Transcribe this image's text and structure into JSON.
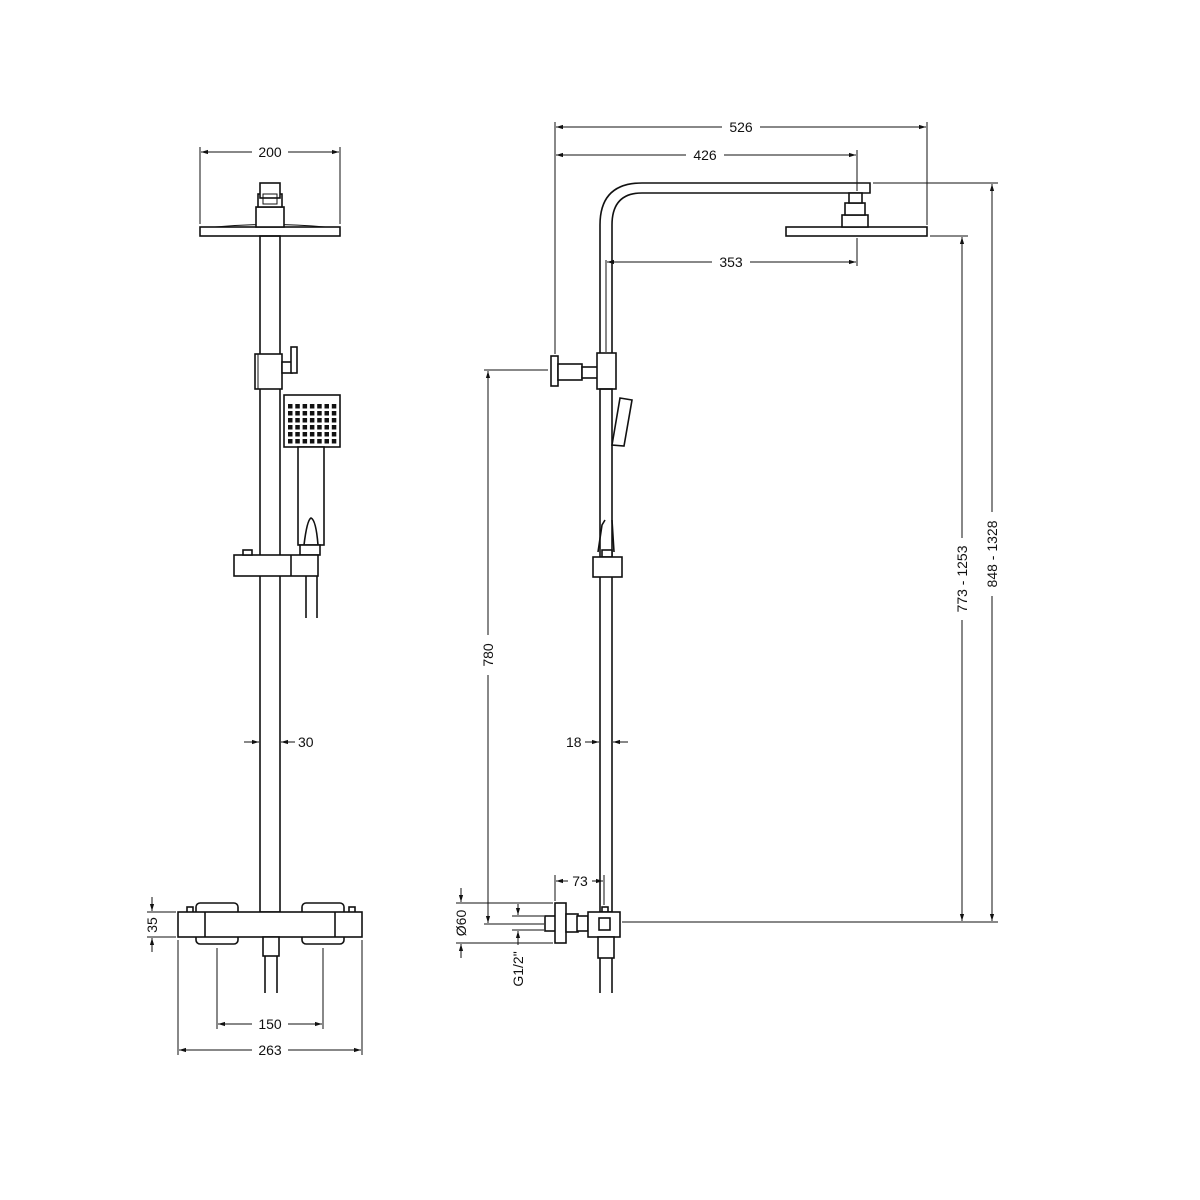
{
  "drawing": {
    "front_view": {
      "head_width": "200",
      "riser_diameter": "30",
      "valve_height": "35",
      "inlet_centres": "150",
      "valve_width": "263"
    },
    "side_view": {
      "arm_overall": "526",
      "arm_to_head_centre": "426",
      "riser_to_head_centre": "353",
      "bracket_height": "780",
      "rail_diameter": "18",
      "valve_projection": "73",
      "shroud_diameter": "Ø60",
      "inlet_thread": "G1/2\"",
      "head_height_range": "773 - 1253",
      "overall_height_range": "848 - 1328"
    },
    "colors": {
      "line": "#111111",
      "background": "#ffffff"
    }
  }
}
